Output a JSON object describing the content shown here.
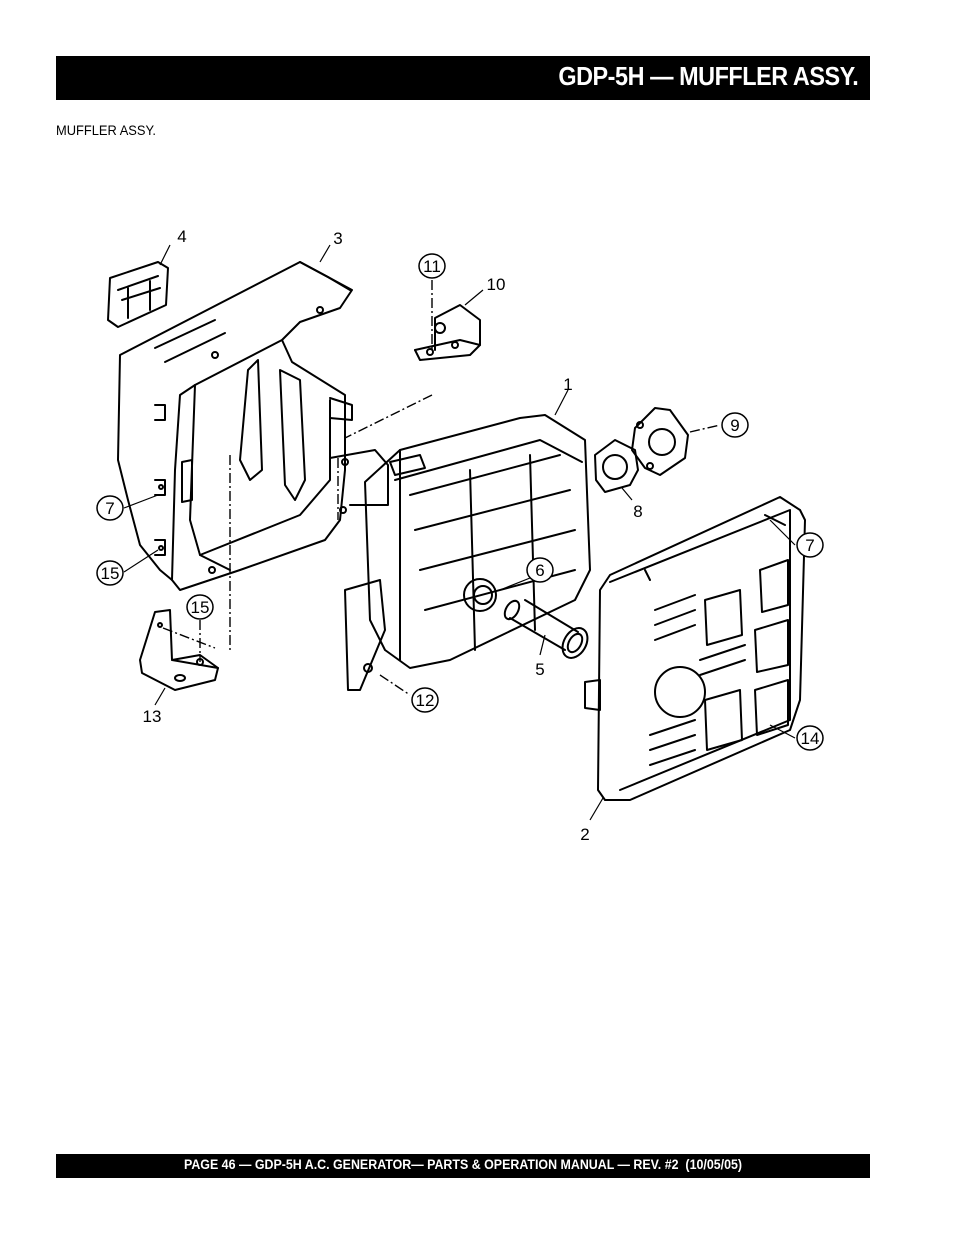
{
  "header": {
    "title": "GDP-5H — MUFFLER ASSY."
  },
  "section": {
    "label": "MUFFLER ASSY."
  },
  "diagram": {
    "callouts": [
      {
        "id": "c4",
        "label": "4",
        "circled": false
      },
      {
        "id": "c3",
        "label": "3",
        "circled": false
      },
      {
        "id": "c11",
        "label": "11",
        "circled": true
      },
      {
        "id": "c10",
        "label": "10",
        "circled": false
      },
      {
        "id": "c1",
        "label": "1",
        "circled": false
      },
      {
        "id": "c9",
        "label": "9",
        "circled": true
      },
      {
        "id": "c8",
        "label": "8",
        "circled": false
      },
      {
        "id": "c7a",
        "label": "7",
        "circled": true
      },
      {
        "id": "c7b",
        "label": "7",
        "circled": true
      },
      {
        "id": "c15a",
        "label": "15",
        "circled": true
      },
      {
        "id": "c15b",
        "label": "15",
        "circled": true
      },
      {
        "id": "c6",
        "label": "6",
        "circled": true
      },
      {
        "id": "c5",
        "label": "5",
        "circled": false
      },
      {
        "id": "c12",
        "label": "12",
        "circled": true
      },
      {
        "id": "c13",
        "label": "13",
        "circled": false
      },
      {
        "id": "c14",
        "label": "14",
        "circled": true
      },
      {
        "id": "c2",
        "label": "2",
        "circled": false
      }
    ]
  },
  "footer": {
    "text": "PAGE 46 — GDP-5H A.C. GENERATOR— PARTS & OPERATION MANUAL — REV. #2  (10/05/05)"
  }
}
